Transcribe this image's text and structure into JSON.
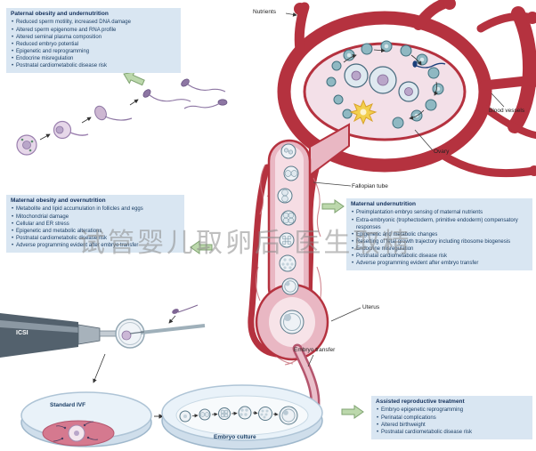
{
  "watermark": {
    "text": "试管婴儿取卵后 医生取精"
  },
  "info_boxes": {
    "paternal": {
      "title": "Paternal obesity and undernutrition",
      "items": [
        "Reduced sperm motility, increased DNA damage",
        "Altered sperm epigenome and RNA profile",
        "Altered seminal plasma composition",
        "Reduced embryo potential",
        "Epigenetic and reprogramming",
        "Endocrine misregulation",
        "Postnatal cardiometabolic disease risk"
      ]
    },
    "maternal_overnutrition": {
      "title": "Maternal obesity and overnutrition",
      "items": [
        "Metabolite and lipid accumulation in follicles and eggs",
        "Mitochondrial damage",
        "Cellular and ER stress",
        "Epigenetic and metabolic alterations",
        "Postnatal cardiometabolic disease risk",
        "Adverse programming evident after embryo transfer"
      ]
    },
    "maternal_undernutrition": {
      "title": "Maternal undernutrition",
      "items": [
        "Preimplantation embryo sensing of maternal nutrients",
        "Extra-embryonic (trophectoderm, primitive endoderm) compensatory responses",
        "Epigenetic and metabolic changes",
        "Resetting of fetal growth trajectory including ribosome biogenesis",
        "Endocrine misregulation",
        "Postnatal cardiometabolic disease risk",
        "Adverse programming evident after embryo transfer"
      ]
    },
    "assisted_reproductive_treatment": {
      "title": "Assisted reproductive treatment",
      "items": [
        "Embryo epigenetic reprogramming",
        "Perinatal complications",
        "Altered birthweight",
        "Postnatal cardiometabolic disease risk"
      ]
    }
  },
  "labels": {
    "nutrients": "Nutrients",
    "blood_vessels": "Blood vessels",
    "ovary": "Ovary",
    "fallopian_tube": "Fallopian tube",
    "uterus": "Uterus",
    "embryo_transfer": "Embryo transfer",
    "icsi": "ICSI",
    "standard_ivf": "Standard IVF",
    "embryo_culture": "Embryo culture"
  },
  "colors": {
    "box_background": "#d9e6f2",
    "box_text": "#1b3f66",
    "vessel_red": "#b5323f",
    "capillary_red": "#c9747e",
    "ovary_fill": "#f3e0e8",
    "tube_fill": "#e9b7c3",
    "follicle_teal": "#8fb8c2",
    "ovulation_yellow": "#f2cf4e",
    "green_arrow_fill": "#bcd8ac",
    "green_arrow_stroke": "#7fa371",
    "embryo_stroke": "#5a7a8a",
    "icsi_gray": "#53616d",
    "dish_rim": "#9fb8cc",
    "medium_pink": "#d5798f",
    "sperm_purple": "#8d76a3"
  }
}
